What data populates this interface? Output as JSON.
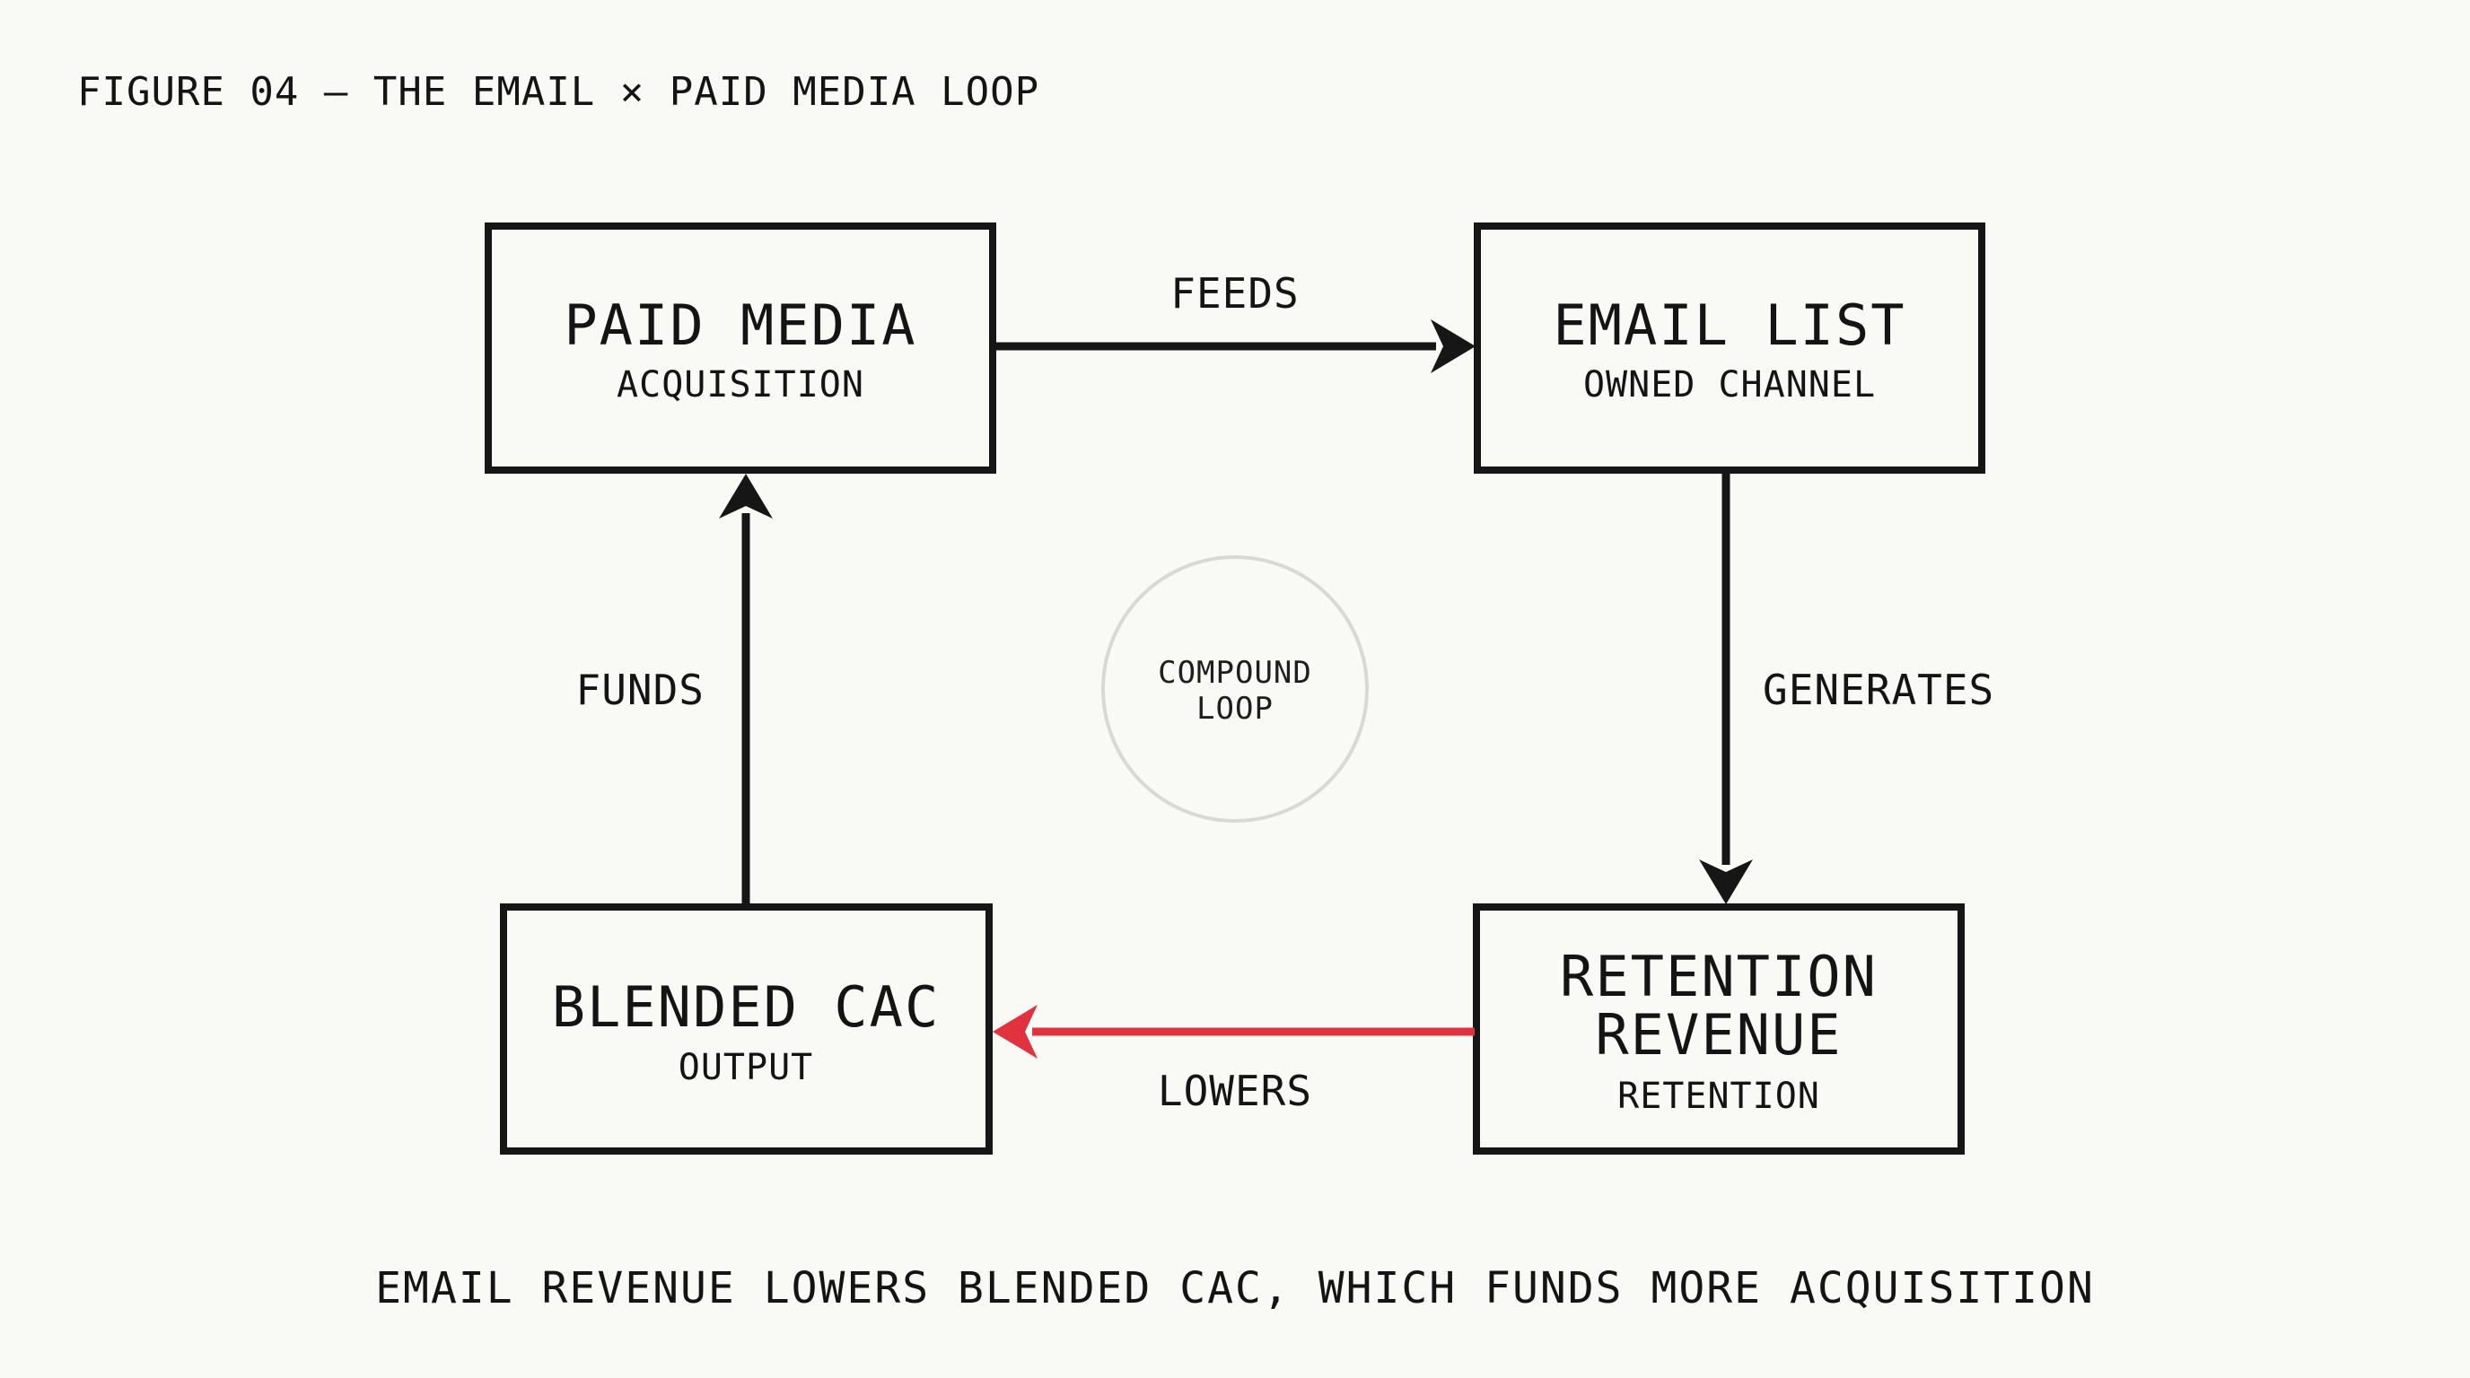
{
  "figure_label": "FIGURE 04 — THE EMAIL × PAID MEDIA LOOP",
  "nodes": {
    "paid_media": {
      "title": "PAID MEDIA",
      "subtitle": "ACQUISITION"
    },
    "email_list": {
      "title": "EMAIL LIST",
      "subtitle": "OWNED CHANNEL"
    },
    "retention_revenue": {
      "title_line1": "RETENTION",
      "title_line2": "REVENUE",
      "subtitle": "RETENTION"
    },
    "blended_cac": {
      "title": "BLENDED CAC",
      "subtitle": "OUTPUT"
    }
  },
  "edges": {
    "feeds": "FEEDS",
    "generates": "GENERATES",
    "lowers": "LOWERS",
    "funds": "FUNDS"
  },
  "center": {
    "line1": "COMPOUND",
    "line2": "LOOP"
  },
  "caption": "EMAIL REVENUE LOWERS BLENDED CAC, WHICH FUNDS MORE ACQUISITION",
  "colors": {
    "background": "#f9f9f6",
    "stroke": "#161616",
    "highlight_arrow": "#e0323f",
    "center_circle": "#d8d8d4"
  }
}
